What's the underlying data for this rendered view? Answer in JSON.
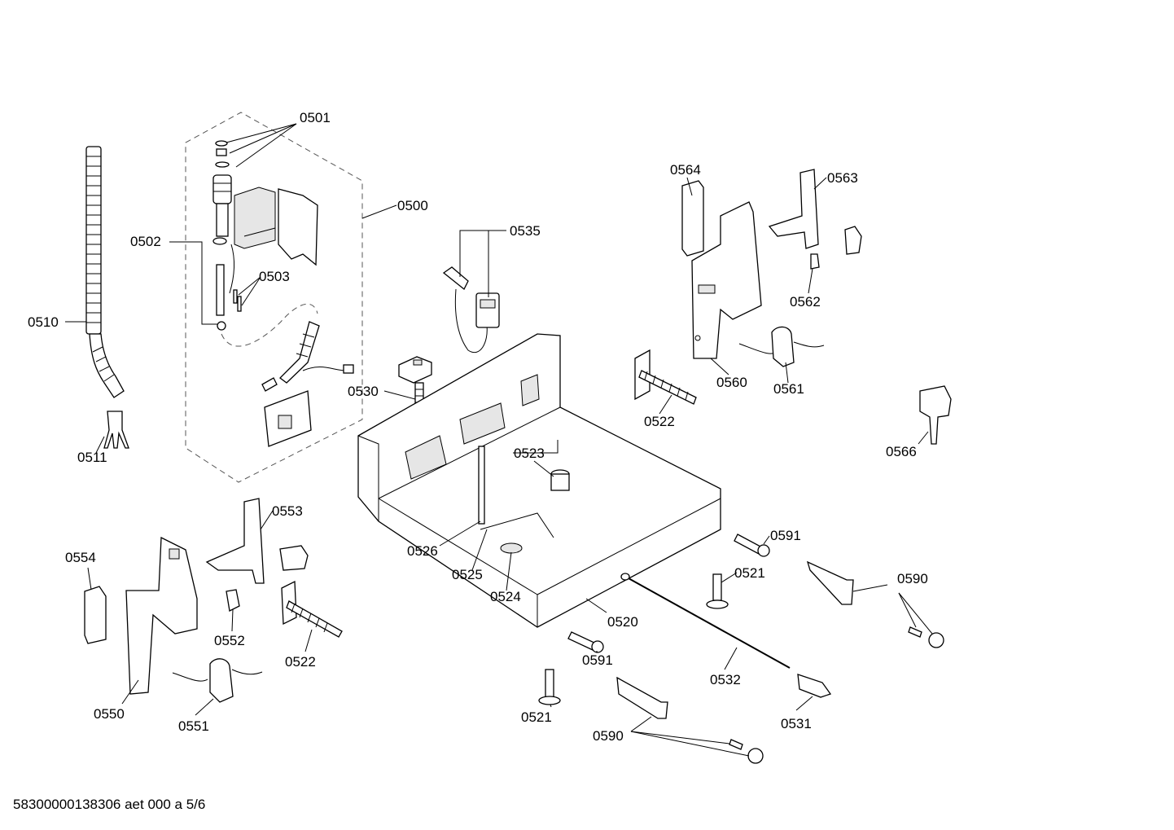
{
  "footer": {
    "text": "58300000138306 aet 000 a 5/6"
  },
  "labels": {
    "l0501": "0501",
    "l0500": "0500",
    "l0502": "0502",
    "l0503": "0503",
    "l0510": "0510",
    "l0511": "0511",
    "l0535": "0535",
    "l0530": "0530",
    "l0564": "0564",
    "l0563": "0563",
    "l0562": "0562",
    "l0560": "0560",
    "l0561": "0561",
    "l0522a": "0522",
    "l0566": "0566",
    "l0523": "0523",
    "l0526": "0526",
    "l0525": "0525",
    "l0524": "0524",
    "l0520": "0520",
    "l0591a": "0591",
    "l0521a": "0521",
    "l0590a": "0590",
    "l0553": "0553",
    "l0554": "0554",
    "l0552": "0552",
    "l0522b": "0522",
    "l0550": "0550",
    "l0551": "0551",
    "l0591b": "0591",
    "l0532": "0532",
    "l0521b": "0521",
    "l0531": "0531",
    "l0590b": "0590"
  }
}
